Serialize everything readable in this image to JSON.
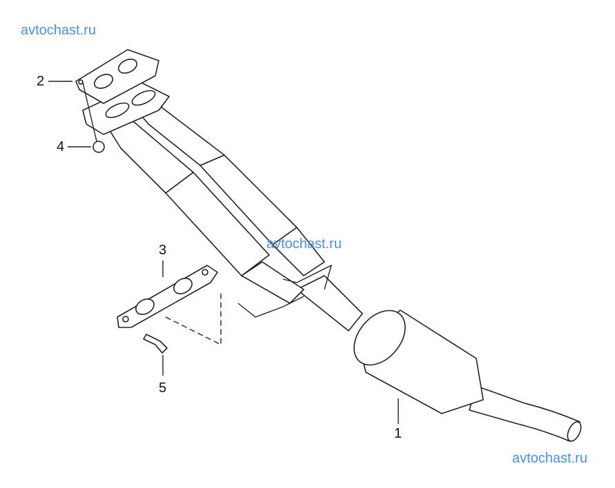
{
  "watermarks": [
    "avtochast.ru",
    "avtochast.ru",
    "avtochast.ru"
  ],
  "callouts": [
    "1",
    "2",
    "3",
    "4",
    "5"
  ],
  "colors": {
    "watermark": "#4a8fe0",
    "line": "#222222"
  }
}
